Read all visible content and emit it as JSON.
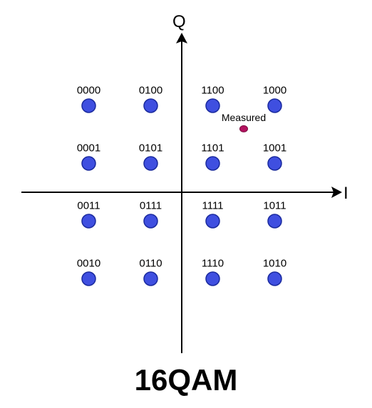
{
  "title": "16QAM",
  "axes": {
    "horizontal_label": "I",
    "vertical_label": "Q"
  },
  "constellation": [
    {
      "bits": "0000",
      "i": -3,
      "q": 3
    },
    {
      "bits": "0100",
      "i": -1,
      "q": 3
    },
    {
      "bits": "1100",
      "i": 1,
      "q": 3
    },
    {
      "bits": "1000",
      "i": 3,
      "q": 3
    },
    {
      "bits": "0001",
      "i": -3,
      "q": 1
    },
    {
      "bits": "0101",
      "i": -1,
      "q": 1
    },
    {
      "bits": "1101",
      "i": 1,
      "q": 1
    },
    {
      "bits": "1001",
      "i": 3,
      "q": 1
    },
    {
      "bits": "0011",
      "i": -3,
      "q": -1
    },
    {
      "bits": "0111",
      "i": -1,
      "q": -1
    },
    {
      "bits": "1111",
      "i": 1,
      "q": -1
    },
    {
      "bits": "1011",
      "i": 3,
      "q": -1
    },
    {
      "bits": "0010",
      "i": -3,
      "q": -3
    },
    {
      "bits": "0110",
      "i": -1,
      "q": -3
    },
    {
      "bits": "1110",
      "i": 1,
      "q": -3
    },
    {
      "bits": "1010",
      "i": 3,
      "q": -3
    }
  ],
  "measured": {
    "label": "Measured",
    "i": 2.0,
    "q": 2.2
  },
  "colors": {
    "constellation_point": "#3f4fe0",
    "measured_point": "#b3125f",
    "axes": "#000000"
  }
}
